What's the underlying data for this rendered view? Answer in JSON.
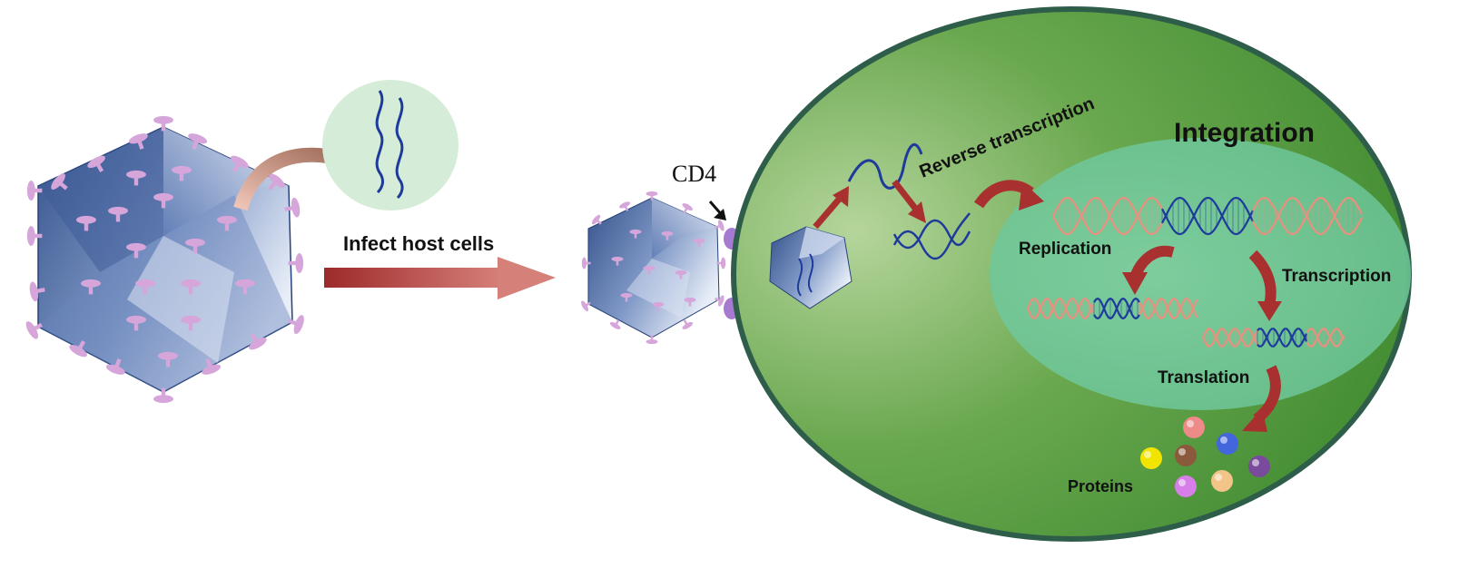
{
  "labels": {
    "infect": "Infect host cells",
    "cd4": "CD4",
    "reverse_transcription": "Reverse transcription",
    "integration": "Integration",
    "replication": "Replication",
    "transcription": "Transcription",
    "translation": "Translation",
    "proteins": "Proteins"
  },
  "colors": {
    "cell_dark": "#3f8a30",
    "cell_light": "#a9cc90",
    "cell_border": "#2e5d4a",
    "nucleus": "#6fc697",
    "capsid_dark": "#3b5a93",
    "capsid_light": "#d6e0f2",
    "spike": "#d6a6db",
    "arrow_red": "#a8312f",
    "rna_blue": "#1e3b9c",
    "dna_pink": "#e8917f",
    "rna_bubble": "#d4ecd8"
  },
  "proteins": [
    {
      "name": "pink",
      "color": "#ee8a87"
    },
    {
      "name": "blue",
      "color": "#4466dd"
    },
    {
      "name": "yellow",
      "color": "#f1e400"
    },
    {
      "name": "brown",
      "color": "#8b5a3c"
    },
    {
      "name": "purple",
      "color": "#7a4a9c"
    },
    {
      "name": "violet",
      "color": "#d77ee8"
    },
    {
      "name": "peach",
      "color": "#f3c488"
    }
  ]
}
